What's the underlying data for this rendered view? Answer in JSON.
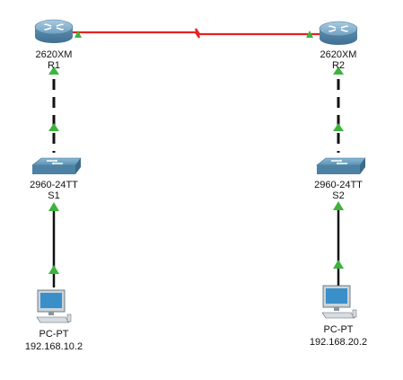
{
  "devices": {
    "r1": {
      "model": "2620XM",
      "name": "R1"
    },
    "r2": {
      "model": "2620XM",
      "name": "R2"
    },
    "s1": {
      "model": "2960-24TT",
      "name": "S1"
    },
    "s2": {
      "model": "2960-24TT",
      "name": "S2"
    },
    "pc1": {
      "model": "PC-PT",
      "ip": "192.168.10.2"
    },
    "pc2": {
      "model": "PC-PT",
      "ip": "192.168.20.2"
    }
  },
  "links": [
    {
      "from": "r1",
      "to": "r2",
      "type": "serial",
      "color": "#e52323"
    },
    {
      "from": "r1",
      "to": "s1",
      "type": "ethernet-dashed",
      "color": "#111111"
    },
    {
      "from": "r2",
      "to": "s2",
      "type": "ethernet-dashed",
      "color": "#111111"
    },
    {
      "from": "s1",
      "to": "pc1",
      "type": "ethernet",
      "color": "#111111"
    },
    {
      "from": "s2",
      "to": "pc2",
      "type": "ethernet",
      "color": "#111111"
    }
  ],
  "colors": {
    "link_up": "#3cb43c",
    "router_body": "#6fa5c6",
    "switch_body": "#4f87a8",
    "pc_screen": "#3a8fc9"
  },
  "icons": [
    "router-icon",
    "switch-icon",
    "pc-icon",
    "link-up-triangle-icon"
  ]
}
